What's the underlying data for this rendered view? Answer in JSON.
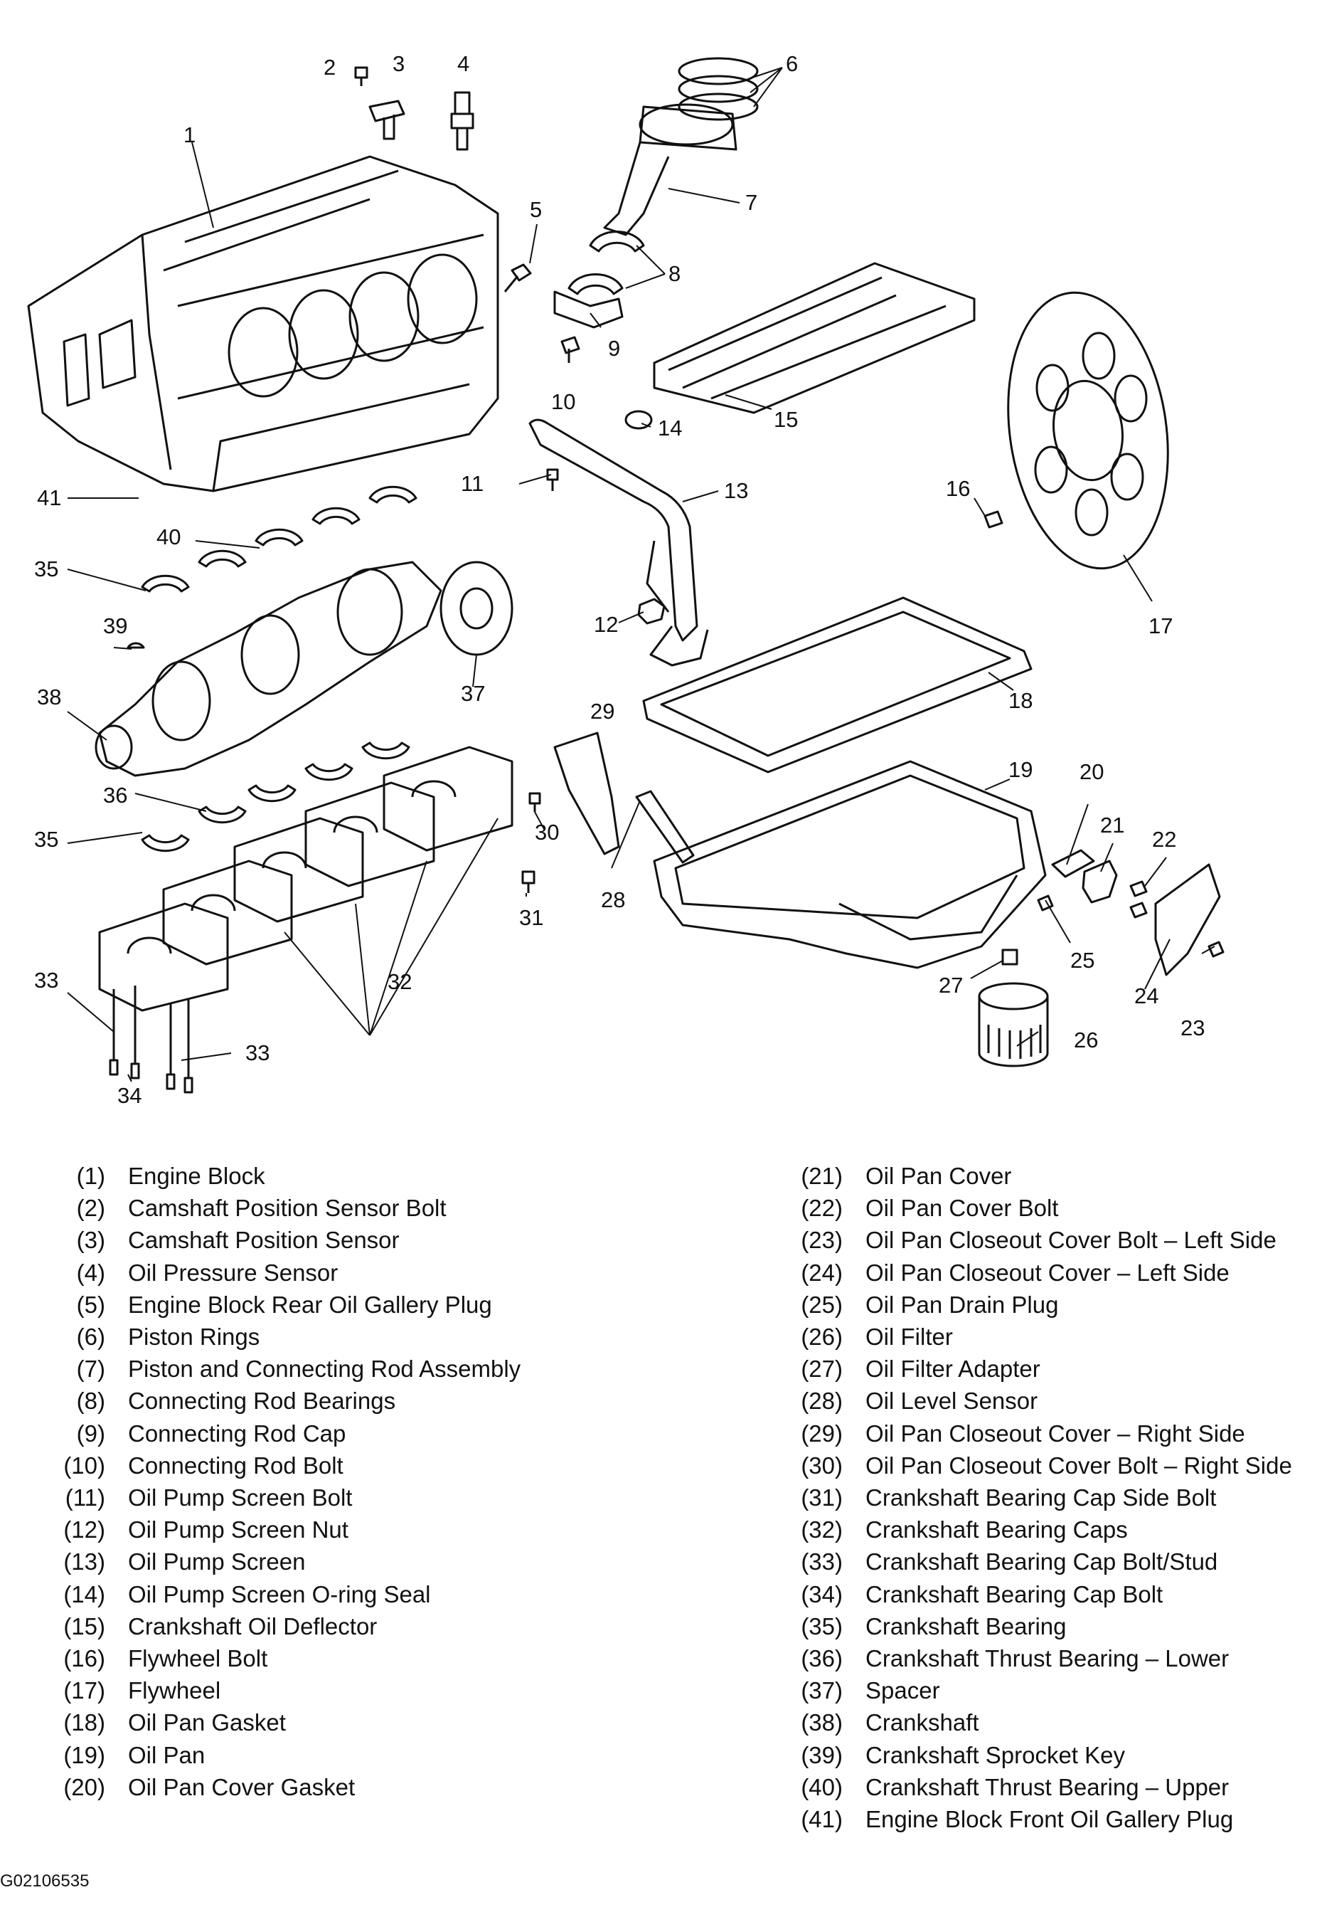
{
  "callout_numbers": [
    "1",
    "2",
    "3",
    "4",
    "5",
    "6",
    "7",
    "8",
    "9",
    "10",
    "11",
    "12",
    "13",
    "14",
    "15",
    "16",
    "17",
    "18",
    "19",
    "20",
    "21",
    "22",
    "23",
    "24",
    "25",
    "26",
    "27",
    "28",
    "29",
    "30",
    "31",
    "32",
    "33",
    "33",
    "34",
    "35",
    "35",
    "36",
    "37",
    "38",
    "39",
    "40",
    "41"
  ],
  "legend_left": [
    {
      "num": "(1)",
      "label": "Engine Block"
    },
    {
      "num": "(2)",
      "label": "Camshaft Position Sensor Bolt"
    },
    {
      "num": "(3)",
      "label": "Camshaft Position Sensor"
    },
    {
      "num": "(4)",
      "label": "Oil Pressure Sensor"
    },
    {
      "num": "(5)",
      "label": "Engine Block Rear Oil Gallery Plug"
    },
    {
      "num": "(6)",
      "label": "Piston Rings"
    },
    {
      "num": "(7)",
      "label": "Piston and Connecting Rod Assembly"
    },
    {
      "num": "(8)",
      "label": "Connecting Rod Bearings"
    },
    {
      "num": "(9)",
      "label": "Connecting Rod Cap"
    },
    {
      "num": "(10)",
      "label": "Connecting Rod Bolt"
    },
    {
      "num": "(11)",
      "label": "Oil Pump Screen Bolt"
    },
    {
      "num": "(12)",
      "label": "Oil Pump Screen Nut"
    },
    {
      "num": "(13)",
      "label": "Oil Pump Screen"
    },
    {
      "num": "(14)",
      "label": "Oil Pump Screen O-ring Seal"
    },
    {
      "num": "(15)",
      "label": "Crankshaft Oil Deflector"
    },
    {
      "num": "(16)",
      "label": "Flywheel Bolt"
    },
    {
      "num": "(17)",
      "label": "Flywheel"
    },
    {
      "num": "(18)",
      "label": "Oil Pan Gasket"
    },
    {
      "num": "(19)",
      "label": "Oil Pan"
    },
    {
      "num": "(20)",
      "label": "Oil Pan Cover Gasket"
    }
  ],
  "legend_right": [
    {
      "num": "(21)",
      "label": "Oil Pan Cover"
    },
    {
      "num": "(22)",
      "label": "Oil Pan Cover Bolt"
    },
    {
      "num": "(23)",
      "label": "Oil Pan Closeout Cover Bolt – Left Side"
    },
    {
      "num": "(24)",
      "label": "Oil Pan Closeout Cover – Left Side"
    },
    {
      "num": "(25)",
      "label": "Oil Pan Drain Plug"
    },
    {
      "num": "(26)",
      "label": "Oil Filter"
    },
    {
      "num": "(27)",
      "label": "Oil Filter Adapter"
    },
    {
      "num": "(28)",
      "label": "Oil Level Sensor"
    },
    {
      "num": "(29)",
      "label": "Oil Pan Closeout Cover – Right Side"
    },
    {
      "num": "(30)",
      "label": "Oil Pan Closeout Cover Bolt – Right Side"
    },
    {
      "num": "(31)",
      "label": "Crankshaft Bearing Cap Side Bolt"
    },
    {
      "num": "(32)",
      "label": "Crankshaft Bearing Caps"
    },
    {
      "num": "(33)",
      "label": "Crankshaft Bearing Cap Bolt/Stud"
    },
    {
      "num": "(34)",
      "label": "Crankshaft Bearing Cap Bolt"
    },
    {
      "num": "(35)",
      "label": "Crankshaft Bearing"
    },
    {
      "num": "(36)",
      "label": "Crankshaft Thrust Bearing – Lower"
    },
    {
      "num": "(37)",
      "label": "Spacer"
    },
    {
      "num": "(38)",
      "label": "Crankshaft"
    },
    {
      "num": "(39)",
      "label": "Crankshaft Sprocket Key"
    },
    {
      "num": "(40)",
      "label": "Crankshaft Thrust Bearing – Upper"
    },
    {
      "num": "(41)",
      "label": "Engine Block Front Oil Gallery Plug"
    }
  ],
  "figure_id": "G02106535",
  "colors": {
    "ink": "#111111",
    "background": "#ffffff"
  }
}
